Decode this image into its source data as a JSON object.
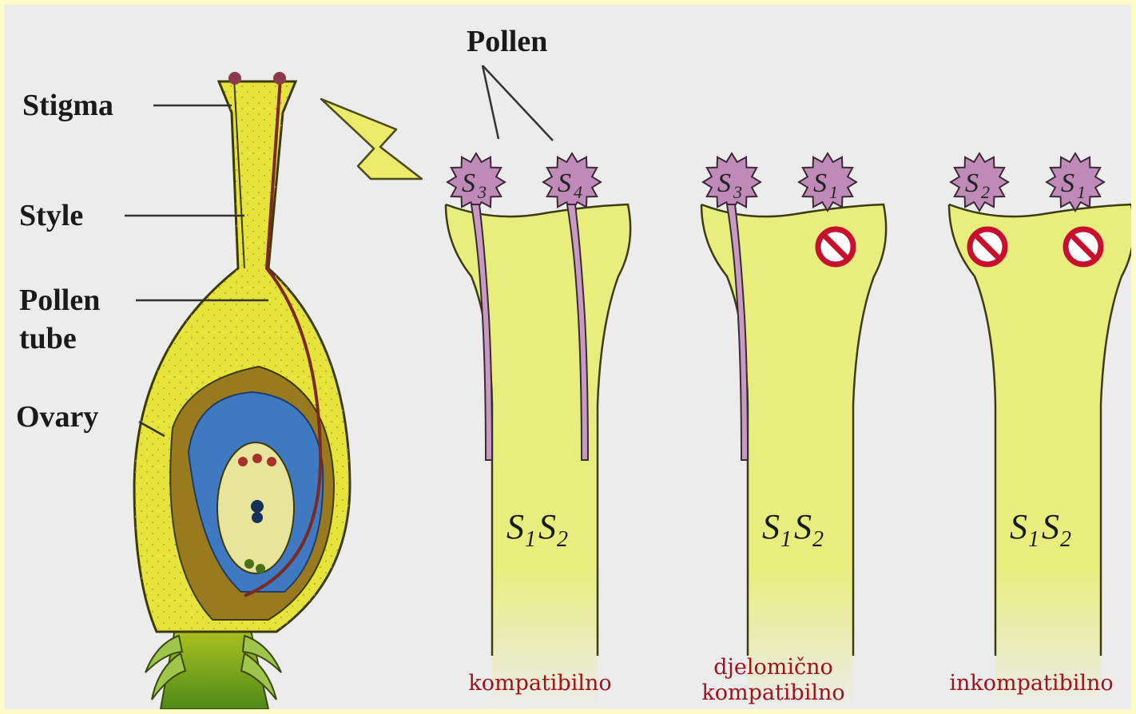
{
  "labels": {
    "stigma": "Stigma",
    "style": "Style",
    "pollen_tube_1": "Pollen",
    "pollen_tube_2": "tube",
    "ovary": "Ovary",
    "pollen": "Pollen"
  },
  "panels": [
    {
      "grains": [
        {
          "letter": "S",
          "sub": "3",
          "blocked": false
        },
        {
          "letter": "S",
          "sub": "4",
          "blocked": false
        }
      ],
      "genotype": {
        "a": "S",
        "a_sub": "1",
        "b": "S",
        "b_sub": "2"
      },
      "result": "kompatibilno"
    },
    {
      "grains": [
        {
          "letter": "S",
          "sub": "3",
          "blocked": false
        },
        {
          "letter": "S",
          "sub": "1",
          "blocked": true
        }
      ],
      "genotype": {
        "a": "S",
        "a_sub": "1",
        "b": "S",
        "b_sub": "2"
      },
      "result_line1": "djelomično",
      "result_line2": "kompatibilno"
    },
    {
      "grains": [
        {
          "letter": "S",
          "sub": "2",
          "blocked": true
        },
        {
          "letter": "S",
          "sub": "1",
          "blocked": true
        }
      ],
      "genotype": {
        "a": "S",
        "a_sub": "1",
        "b": "S",
        "b_sub": "2"
      },
      "result": "inkompatibilno"
    }
  ],
  "colors": {
    "frame": "#fdfbc8",
    "background": "#ececec",
    "pistil": "#e6e43a",
    "style_panel": "#e8ee7e",
    "pollen": "#c08ab8",
    "ovule": "#3f79c1",
    "block": "#c8102e",
    "result_text": "#a0121b"
  }
}
